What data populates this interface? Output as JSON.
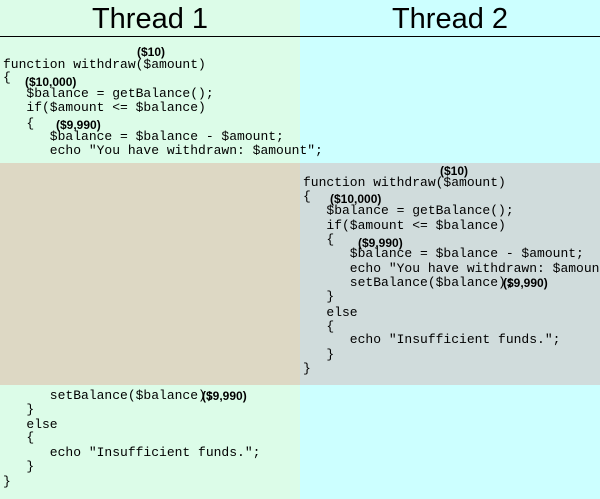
{
  "headers": {
    "thread1": "Thread 1",
    "thread2": "Thread 2"
  },
  "code": {
    "func": "function withdraw($amount)",
    "open": "{",
    "get": "   $balance = getBalance();",
    "if": "   if($amount <= $balance)",
    "open2": "   {",
    "sub": "      $balance = $balance - $amount;",
    "echo": "      echo \"You have withdrawn: $amount\";",
    "set": "      setBalance($balance);",
    "close2": "   }",
    "else": "   else",
    "echo2": "      echo \"Insufficient funds.\";",
    "close": "}"
  },
  "annotations": {
    "amount": "($10)",
    "balance_read": "($10,000)",
    "balance_new": "($9,990)",
    "balance_set": "($9,990)"
  },
  "colors": {
    "thread1": "#dcfce8",
    "thread2": "#ccffff",
    "thread1_wait": "#ddd8c4",
    "thread2_active": "#d0dcdc"
  }
}
